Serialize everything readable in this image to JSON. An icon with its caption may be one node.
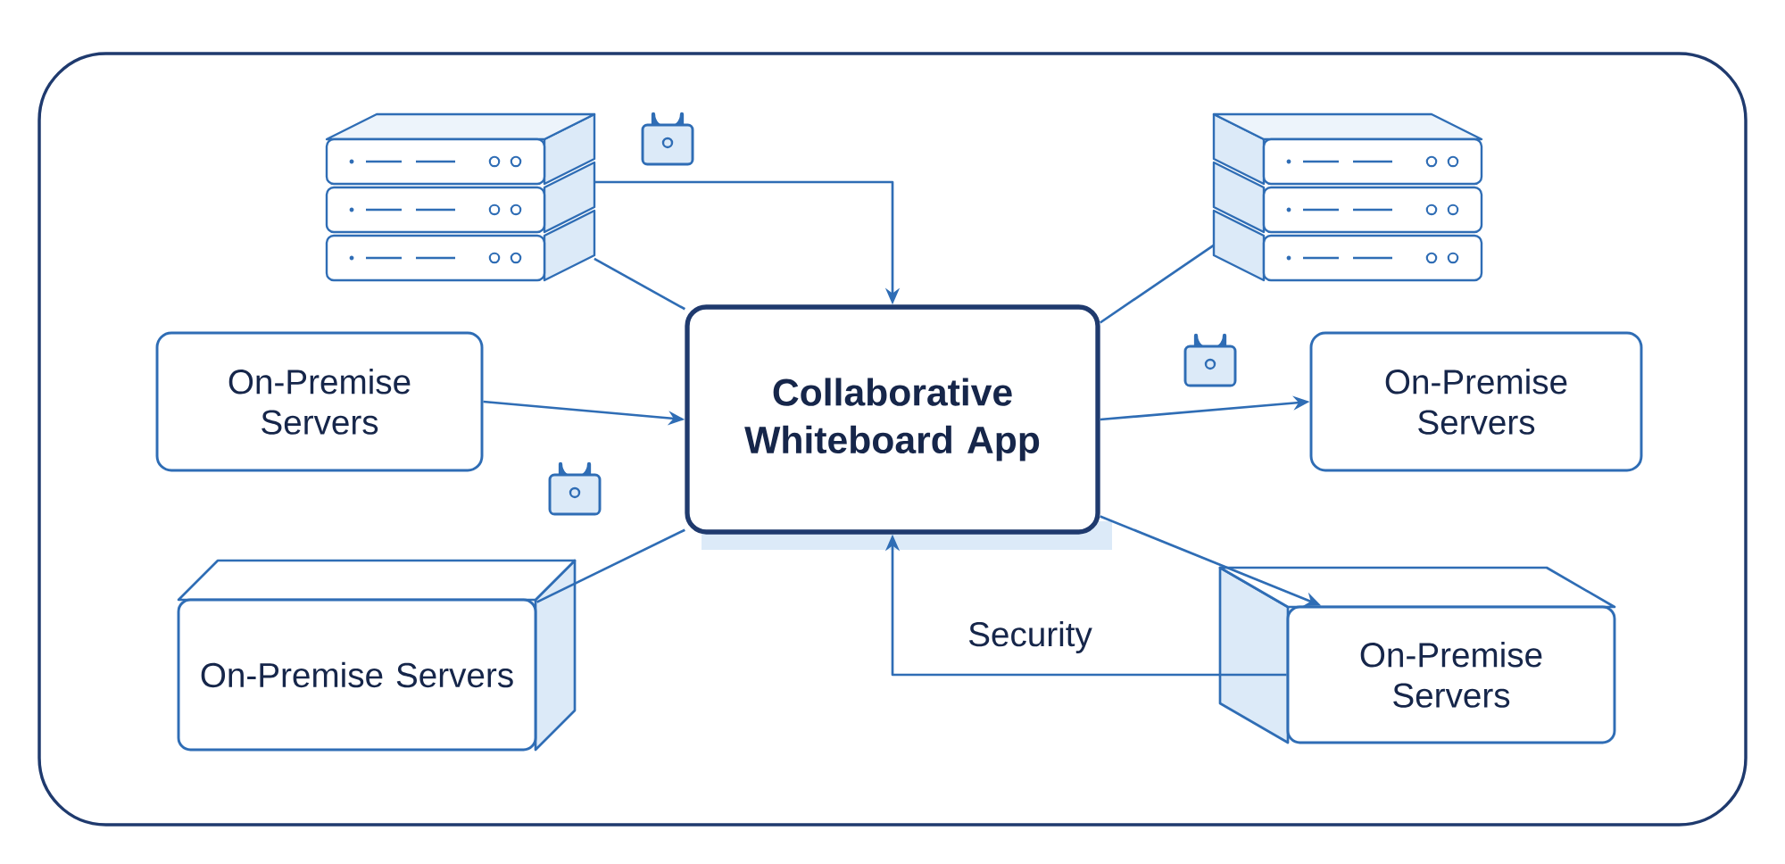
{
  "diagram": {
    "nodes": [
      {
        "text": [],
        "shape": "server"
      },
      {
        "text": [
          "On-Premise Servers"
        ]
      },
      {
        "text": [
          "On-Premise Servers"
        ]
      },
      {
        "text": [
          "Collaborative Whiteboard App"
        ]
      },
      {
        "text": [],
        "shape": "server"
      },
      {
        "text": [
          "On-Premise Servers"
        ]
      },
      {
        "text": [
          "On-Premise Servers"
        ]
      }
    ],
    "edges": [
      {
        "from": 0,
        "to": 3,
        "arrow": "to"
      },
      {
        "from": 0,
        "to": 3,
        "arrow": "none"
      },
      {
        "from": 1,
        "to": 3,
        "arrow": "to"
      },
      {
        "from": 2,
        "to": 3,
        "arrow": "none"
      },
      {
        "from": 3,
        "to": 4,
        "arrow": "none"
      },
      {
        "from": 3,
        "to": 5,
        "arrow": "to"
      },
      {
        "from": 3,
        "to": 6,
        "arrow": "to"
      },
      {
        "from": 6,
        "to": 3,
        "arrow": "to",
        "label": "Security"
      }
    ]
  }
}
